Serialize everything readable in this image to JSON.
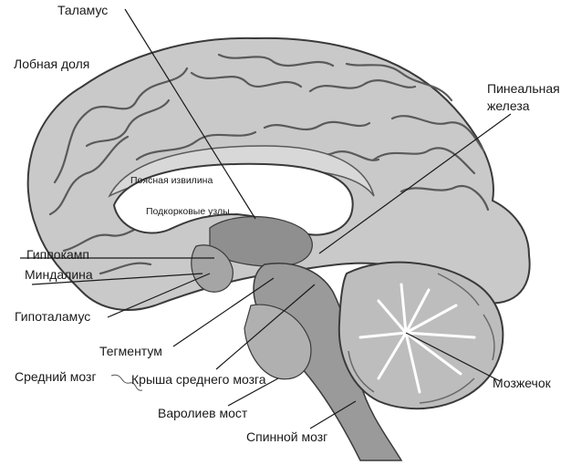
{
  "diagram": {
    "labels": {
      "thalamus": "Таламус",
      "frontal_lobe": "Лобная доля",
      "pineal_gland_line1": "Пинеальная",
      "pineal_gland_line2": "железа",
      "cingulate_gyrus": "Поясная извилина",
      "basal_ganglia": "Подкорковые узлы",
      "hippocampus": "Гиппокамп",
      "amygdala": "Миндалина",
      "hypothalamus": "Гипоталамус",
      "tegmentum": "Тегментум",
      "midbrain": "Средний мозг",
      "tectum": "Крыша среднего мозга",
      "pons": "Варолиев мост",
      "spinal_cord": "Спинной мозг",
      "cerebellum": "Мозжечок"
    },
    "colors": {
      "cortex": "#c9c9c9",
      "cortex_light": "#e6e6e6",
      "sulci": "#5a5a5a",
      "outline": "#3a3a3a",
      "deep_structures": "#8f8f8f",
      "brainstem": "#9a9a9a",
      "corpus_callosum": "#ffffff",
      "leader_lines": "#1a1a1a"
    }
  }
}
